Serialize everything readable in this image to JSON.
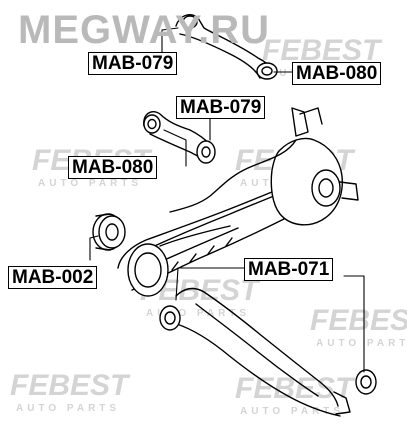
{
  "watermark": {
    "site": "MEGWAY.RU"
  },
  "brand": {
    "name": "FEBEST",
    "tagline": "AUTO PARTS"
  },
  "parts": {
    "mab079_top": "MAB-079",
    "mab080_top": "MAB-080",
    "mab079_mid": "MAB-079",
    "mab080_mid": "MAB-080",
    "mab002": "MAB-002",
    "mab071": "MAB-071"
  },
  "colors": {
    "line": "#000000",
    "watermark": "#b9b9b9",
    "background": "#ffffff"
  }
}
